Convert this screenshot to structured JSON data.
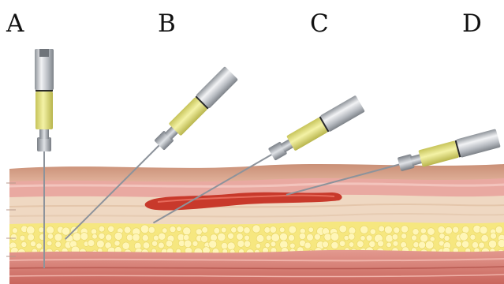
{
  "labels": [
    "A",
    "B",
    "C",
    "D"
  ],
  "colors": {
    "background": "#ffffff",
    "epidermis": "#d9a184",
    "dermis_pink": "#e8a6a0",
    "dermis_beige": "#efd9c4",
    "fat_base": "#f7ea8a",
    "fat_globule": "#fff6b8",
    "muscle": "#d97a70",
    "vein": "#c8392b",
    "needle_metal": "#9aa0a8",
    "hub_yellow": "#e6e27a",
    "barrel_silver": "#c9ccd1"
  },
  "icons": {
    "syringe": "syringe-icon",
    "vein": "vein-shape"
  }
}
